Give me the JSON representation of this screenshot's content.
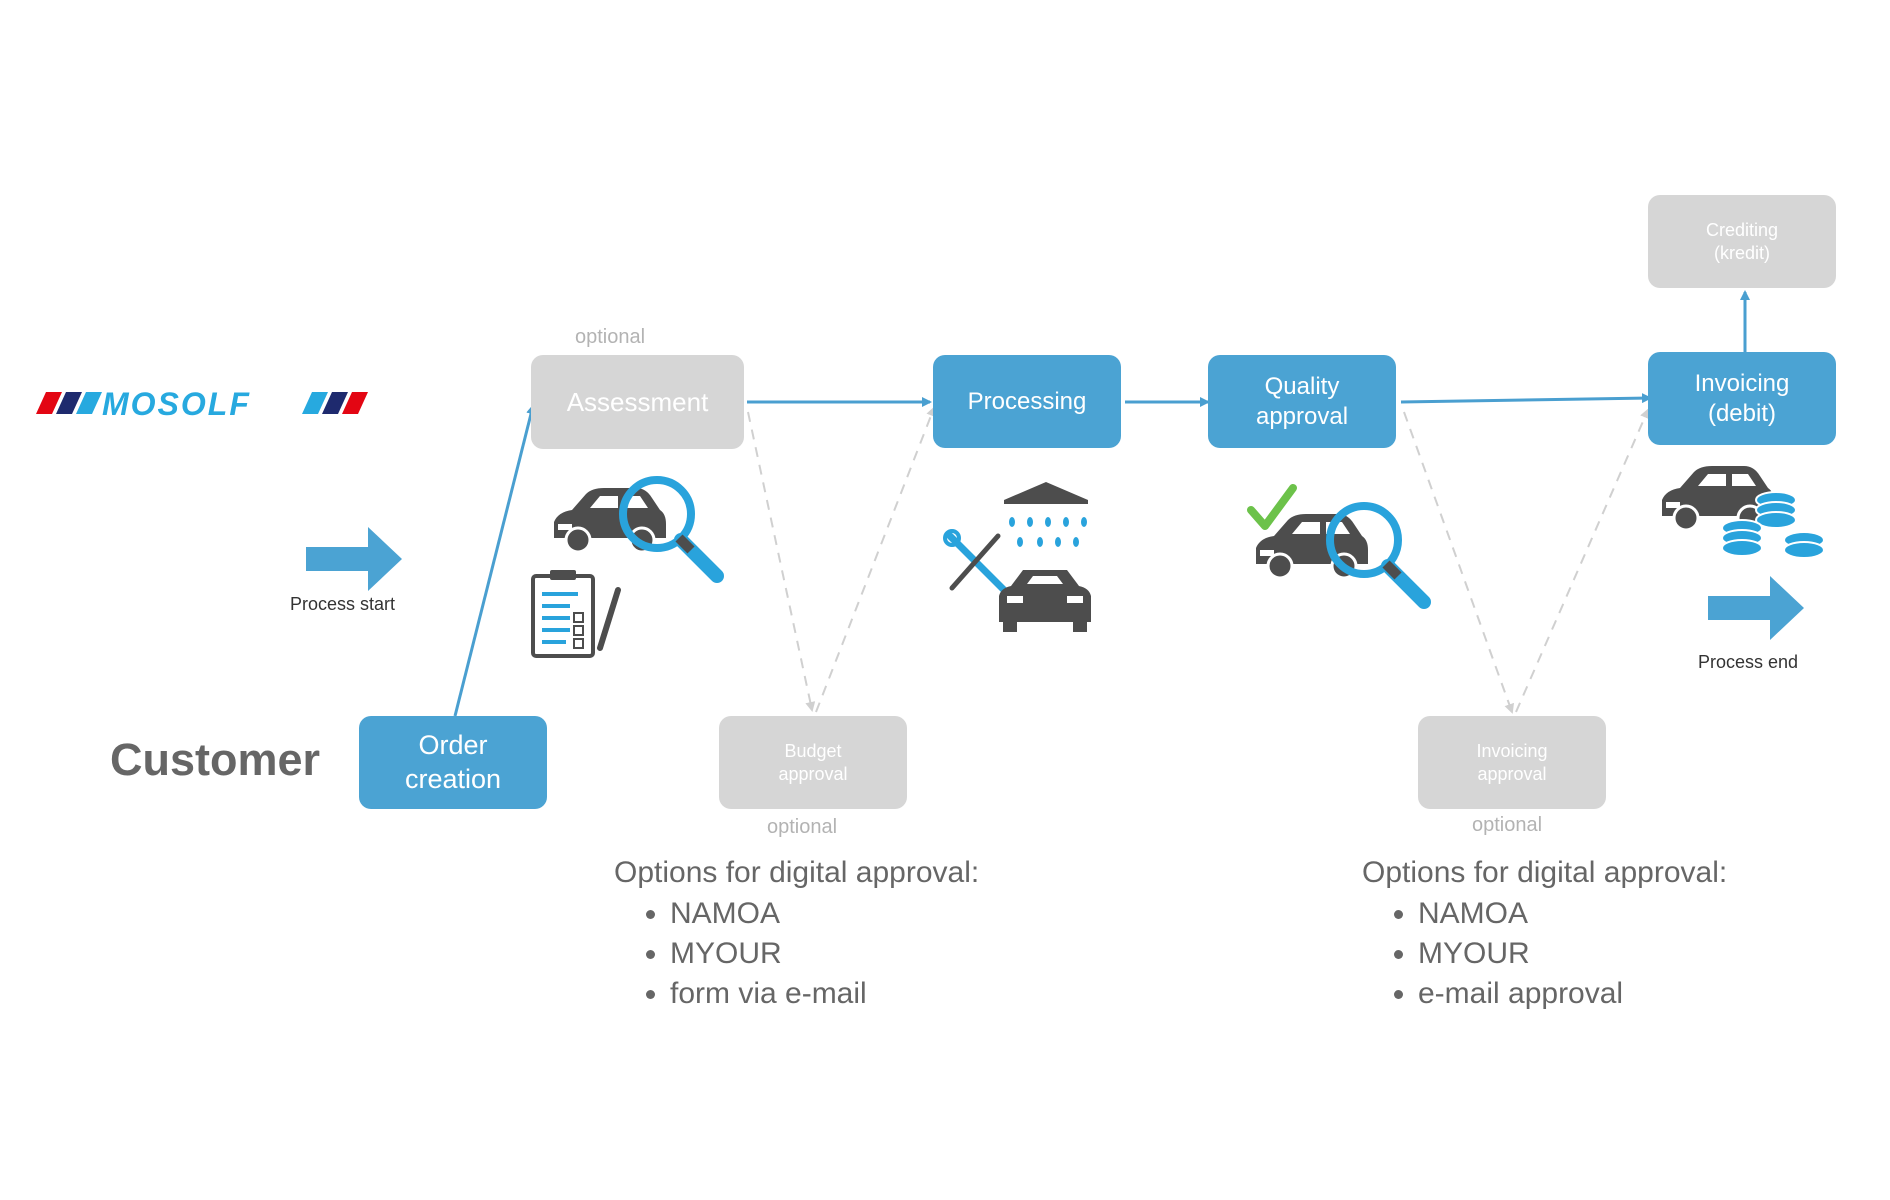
{
  "logo": {
    "text": "MOSOLF",
    "stripe_colors": [
      "#e30613",
      "#1e2a6e",
      "#27a9df"
    ]
  },
  "colors": {
    "step_blue": "#4ba3d3",
    "step_gray": "#d6d6d6",
    "arrow_blue": "#4a9fd0",
    "dashed": "#d0d0d0",
    "check_green": "#6cc24a"
  },
  "swimlane": {
    "label": "Customer"
  },
  "process": {
    "start_label": "Process start",
    "end_label": "Process end"
  },
  "steps": {
    "order_creation": "Order\ncreation",
    "assessment": "Assessment",
    "assessment_optional": "optional",
    "budget_approval": "Budget\napproval",
    "budget_optional": "optional",
    "processing": "Processing",
    "quality_approval": "Quality\napproval",
    "invoicing_approval": "Invoicing\napproval",
    "invoicing_approval_optional": "optional",
    "invoicing_debit": "Invoicing\n(debit)",
    "crediting": "Crediting\n(kredit)"
  },
  "icons": {
    "assessment": [
      "car-icon",
      "magnifier-icon",
      "checklist-icon",
      "pen-icon"
    ],
    "processing": [
      "shower-icon",
      "tools-icon",
      "car-icon"
    ],
    "quality": [
      "checkmark-icon",
      "car-icon",
      "magnifier-icon"
    ],
    "invoicing": [
      "car-icon",
      "coins-icon"
    ]
  },
  "digital_approval_left": {
    "title": "Options for digital approval:",
    "items": [
      "NAMOA",
      "MYOUR",
      "form via e-mail"
    ]
  },
  "digital_approval_right": {
    "title": "Options for digital approval:",
    "items": [
      "NAMOA",
      "MYOUR",
      "e-mail approval"
    ]
  }
}
